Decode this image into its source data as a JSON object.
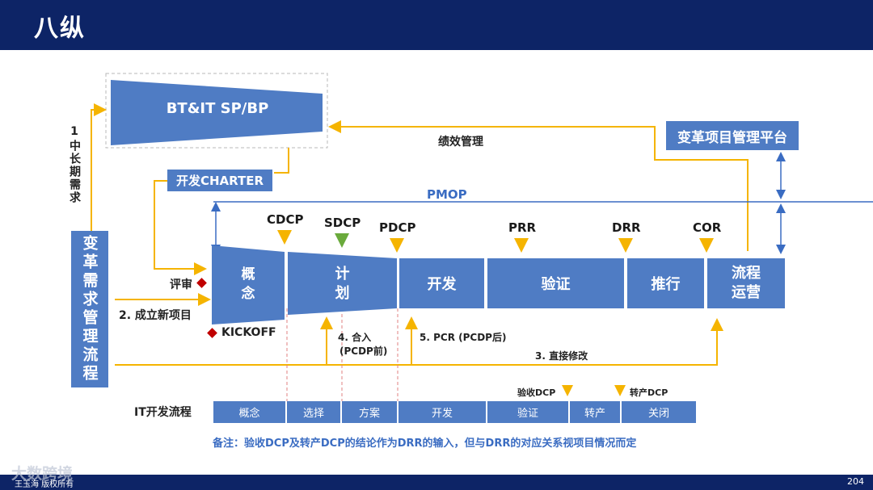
{
  "header": {
    "title": "八纵"
  },
  "footer": {
    "copyright": "王玉海 版权所有",
    "page": "204",
    "watermark": "大数跨境"
  },
  "top": {
    "sp_bp": "BT&IT SP/BP",
    "charter": "开发CHARTER",
    "performance": "绩效管理",
    "platform": "变革项目管理平台",
    "pmop": "PMOP"
  },
  "left": {
    "mid_long": "1中长期需求",
    "process": "变革需求管理流程",
    "review": "评审",
    "new_project": "2. 成立新项目",
    "kickoff": "KICKOFF"
  },
  "dcp": [
    {
      "label": "CDCP",
      "color": "yellow"
    },
    {
      "label": "SDCP",
      "color": "green"
    },
    {
      "label": "PDCP",
      "color": "yellow"
    },
    {
      "label": "PRR",
      "color": "yellow"
    },
    {
      "label": "DRR",
      "color": "yellow"
    },
    {
      "label": "COR",
      "color": "yellow"
    }
  ],
  "phases": [
    "概念",
    "计划",
    "开发",
    "验证",
    "推行",
    "流程运营"
  ],
  "phase_lines": [
    [
      "概",
      "念"
    ],
    [
      "计",
      "划"
    ],
    [
      "开发"
    ],
    [
      "验证"
    ],
    [
      "推行"
    ],
    [
      "流程",
      "运营"
    ]
  ],
  "mid": {
    "merge": "4. 合入",
    "merge_sub": "(PCDP前)",
    "pcr": "5. PCR (PCDP后)",
    "direct": "3. 直接修改"
  },
  "it": {
    "label": "IT开发流程",
    "stages": [
      "概念",
      "选择",
      "方案",
      "开发",
      "验证",
      "转产",
      "关闭"
    ],
    "accept_dcp": "验收DCP",
    "transfer_dcp": "转产DCP"
  },
  "note": "备注：验收DCP及转产DCP的结论作为DRR的输入，但与DRR的对应关系视项目情况而定",
  "colors": {
    "navy": "#0d2466",
    "box": "#4f7cc4",
    "arrow": "#f5b400",
    "pmop": "#3a6cc2"
  }
}
